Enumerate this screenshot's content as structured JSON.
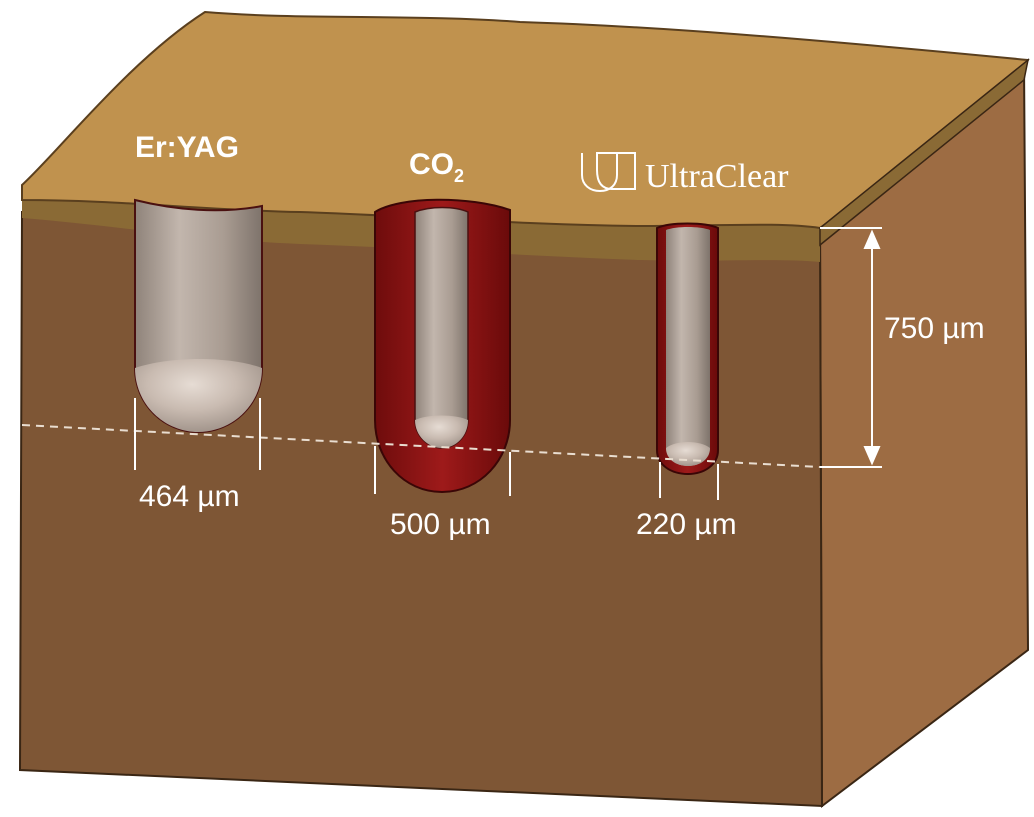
{
  "labels": {
    "er_yag": "Er:YAG",
    "co2_main": "CO",
    "co2_sub": "2",
    "ultraclear": "UltraClear"
  },
  "dimensions": {
    "er_yag_width": "464 µm",
    "co2_width": "500 µm",
    "ultraclear_width": "220 µm",
    "depth": "750 µm"
  },
  "colors": {
    "skin_top": "#c0924e",
    "epidermis_band": "#8a6a35",
    "dermis_front": "#7e5635",
    "dermis_side": "#9a6a42",
    "coagulation_zone": "#8f1414",
    "ablation_channel": "#b7aaa0",
    "annotation": "#ffffff"
  }
}
